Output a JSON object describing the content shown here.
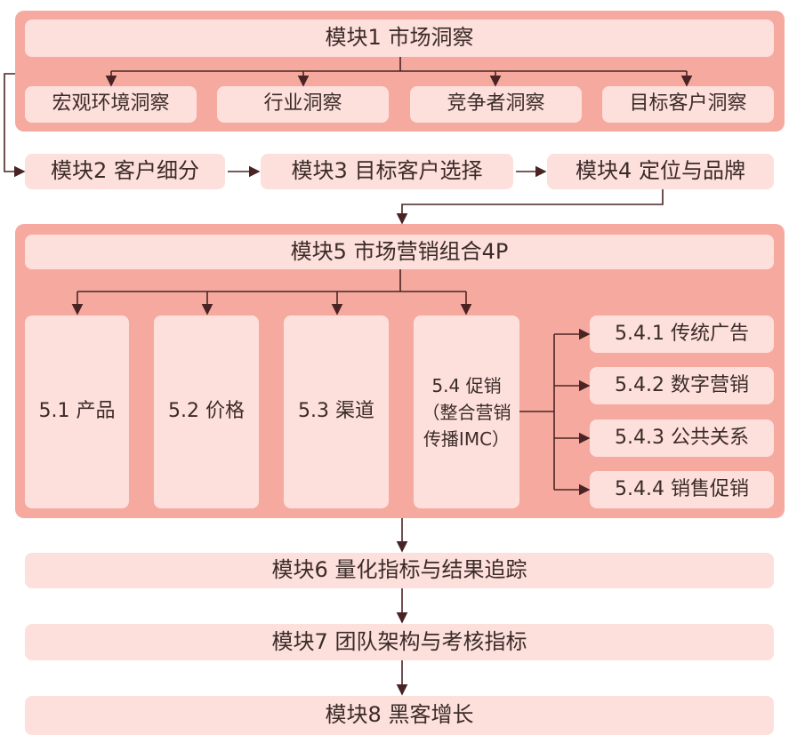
{
  "module1": {
    "title": "模块1  市场洞察",
    "children": [
      "宏观环境洞察",
      "行业洞察",
      "竞争者洞察",
      "目标客户洞察"
    ]
  },
  "module2": "模块2  客户细分",
  "module3": "模块3  目标客户选择",
  "module4": "模块4  定位与品牌",
  "module5": {
    "title": "模块5  市场营销组合4P",
    "children": [
      "5.1  产品",
      "5.2  价格",
      "5.3  渠道"
    ],
    "promotion": {
      "line1": "5.4  促销",
      "line2": "（整合营销",
      "line3": "传播IMC）"
    },
    "promotion_children": [
      "5.4.1  传统广告",
      "5.4.2  数字营销",
      "5.4.3  公共关系",
      "5.4.4  销售促销"
    ]
  },
  "module6": "模块6  量化指标与结果追踪",
  "module7": "模块7  团队架构与考核指标",
  "module8": "模块8  黑客增长",
  "colors": {
    "container": "#f6aa9f",
    "box": "#fde0dc",
    "line": "#4a2424"
  }
}
